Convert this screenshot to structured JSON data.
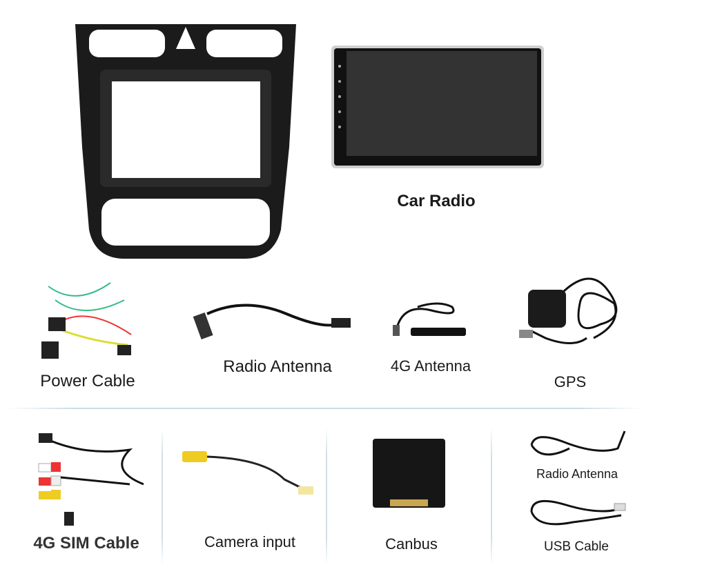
{
  "items": {
    "car_radio": "Car Radio",
    "power_cable": "Power Cable",
    "radio_antenna": "Radio Antenna",
    "antenna_4g": "4G Antenna",
    "gps": "GPS",
    "sim_cable": "4G SIM Cable",
    "camera_input": "Camera input",
    "canbus": "Canbus",
    "radio_antenna_small": "Radio Antenna",
    "usb_cable": "USB Cable"
  }
}
